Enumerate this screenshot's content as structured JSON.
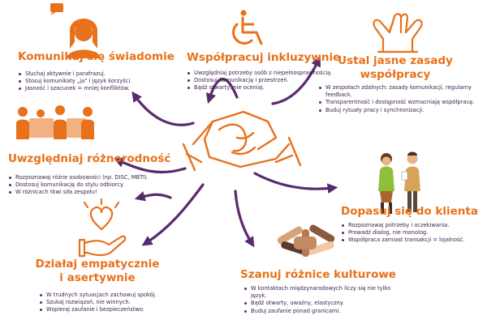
{
  "colors": {
    "orange": "#e8711b",
    "purple": "#5a2a6e",
    "text": "#3a1f4a"
  },
  "center": {
    "icon": "handshake-icon"
  },
  "sections": {
    "komunikuj": {
      "icon": "woman-speaking-icon",
      "title": "Komunikuj się świadomie",
      "items": [
        "Słuchaj aktywnie i parafrazuj.",
        "Stosuj komunikaty „ja” i język korzyści.",
        "Jasność i szacunek = mniej konfliktów."
      ]
    },
    "wspolpracuj": {
      "icon": "wheelchair-icon",
      "title": "Współpracuj inkluzywnie",
      "items": [
        "Uwzględniaj potrzeby osób z niepełnosprawnością.",
        "Dostosuj komunikację i przestrzeń.",
        "Bądź otwarty, nie oceniaj."
      ]
    },
    "ustal": {
      "icon": "joined-hands-icon",
      "title_line1": "Ustal jasne zasady",
      "title_line2": "współpracy",
      "items": [
        "W zespołach zdalnych: zasady komunikacji, regularny feedback.",
        "Transparentność i dostępność wzmacniają współpracę.",
        "Buduj rytuały pracy i synchronizacji."
      ]
    },
    "uwzgledniaj": {
      "icon": "diverse-team-icon",
      "title": "Uwzględniaj różnorodność",
      "items": [
        "Rozpoznawaj różne osobowości (np. DISC, MBTI).",
        "Dostosuj komunikację do stylu odbiorcy.",
        "W różnicach tkwi siła zespołu!"
      ]
    },
    "dopasuj": {
      "icon": "client-meeting-icon",
      "title": "Dopasuj się do klienta",
      "items": [
        "Rozpoznawaj potrzeby i oczekiwania.",
        "Prowadź dialog, nie monolog.",
        "Współpraca zamiast transakcji = lojalność."
      ]
    },
    "dzialaj": {
      "icon": "heart-hand-icon",
      "title_line1": "Działaj empatycznie",
      "title_line2": "i asertywnie",
      "items": [
        "W trudnych sytuacjach zachowuj spokój.",
        "Szukaj rozwiązań, nie winnych.",
        "Wspieraj zaufanie i bezpieczeństwo."
      ]
    },
    "szanuj": {
      "icon": "stacked-hands-icon",
      "title": "Szanuj różnice kulturowe",
      "items": [
        "W kontaktach międzynarodowych liczy się nie tylko język.",
        "Bądź otwarty, uważny, elastyczny.",
        "Buduj zaufanie ponad granicami."
      ]
    }
  }
}
